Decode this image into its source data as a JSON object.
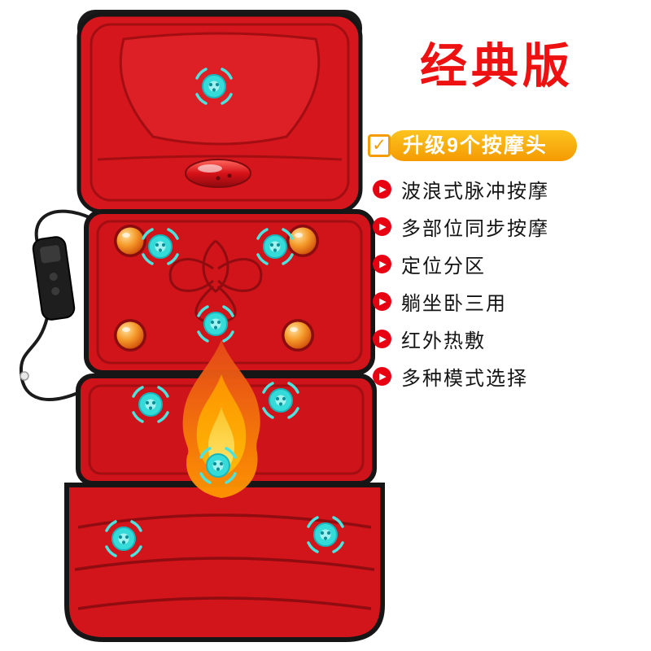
{
  "badge": {
    "title": "经典版",
    "text_color": "#ed1111"
  },
  "highlight": {
    "label": "升级9个按摩头",
    "text_color": "#ffffff",
    "bg_gradient": [
      "#fcc41f",
      "#f59a02"
    ]
  },
  "features": {
    "bullet_color": "#e60012",
    "items": [
      "波浪式脉冲按摩",
      "多部位同步按摩",
      "定位分区",
      "躺坐卧三用",
      "红外热敷",
      "多种模式选择"
    ]
  },
  "icons": {
    "checkbox_glyph": "✓",
    "bullet_glyph": "▶"
  },
  "product_graphic": {
    "massage_node_count": 9,
    "massage_ball_count": 4,
    "colors": {
      "mat_red": "#d5161c",
      "groove_red": "#a30e13",
      "trim_black": "#1a1a1a",
      "node_teal": "#35dbd8",
      "ball_orange": "#f08a1d",
      "flame_orange": "#ff7a00",
      "flame_yellow": "#ffd600"
    }
  }
}
